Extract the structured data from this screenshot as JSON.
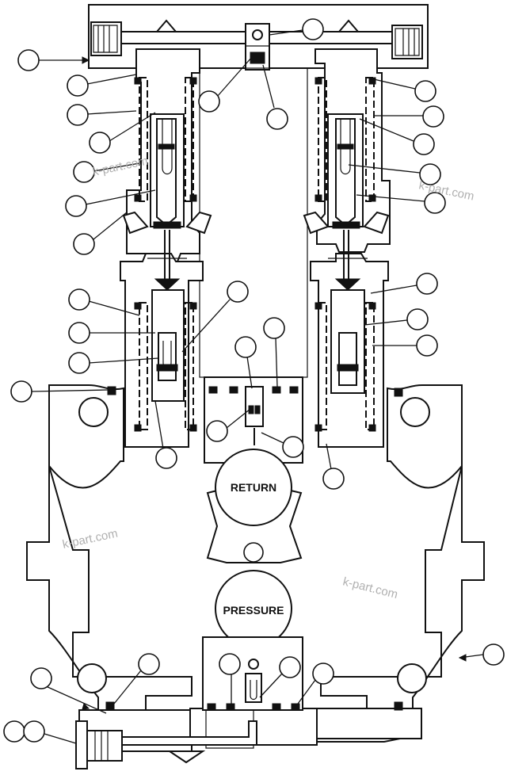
{
  "ports": {
    "return_label": "RETURN",
    "pressure_label": "PRESSURE"
  },
  "watermarks": [
    "k-part.com",
    "k-part.com",
    "k-part.com",
    "k-part.com"
  ]
}
